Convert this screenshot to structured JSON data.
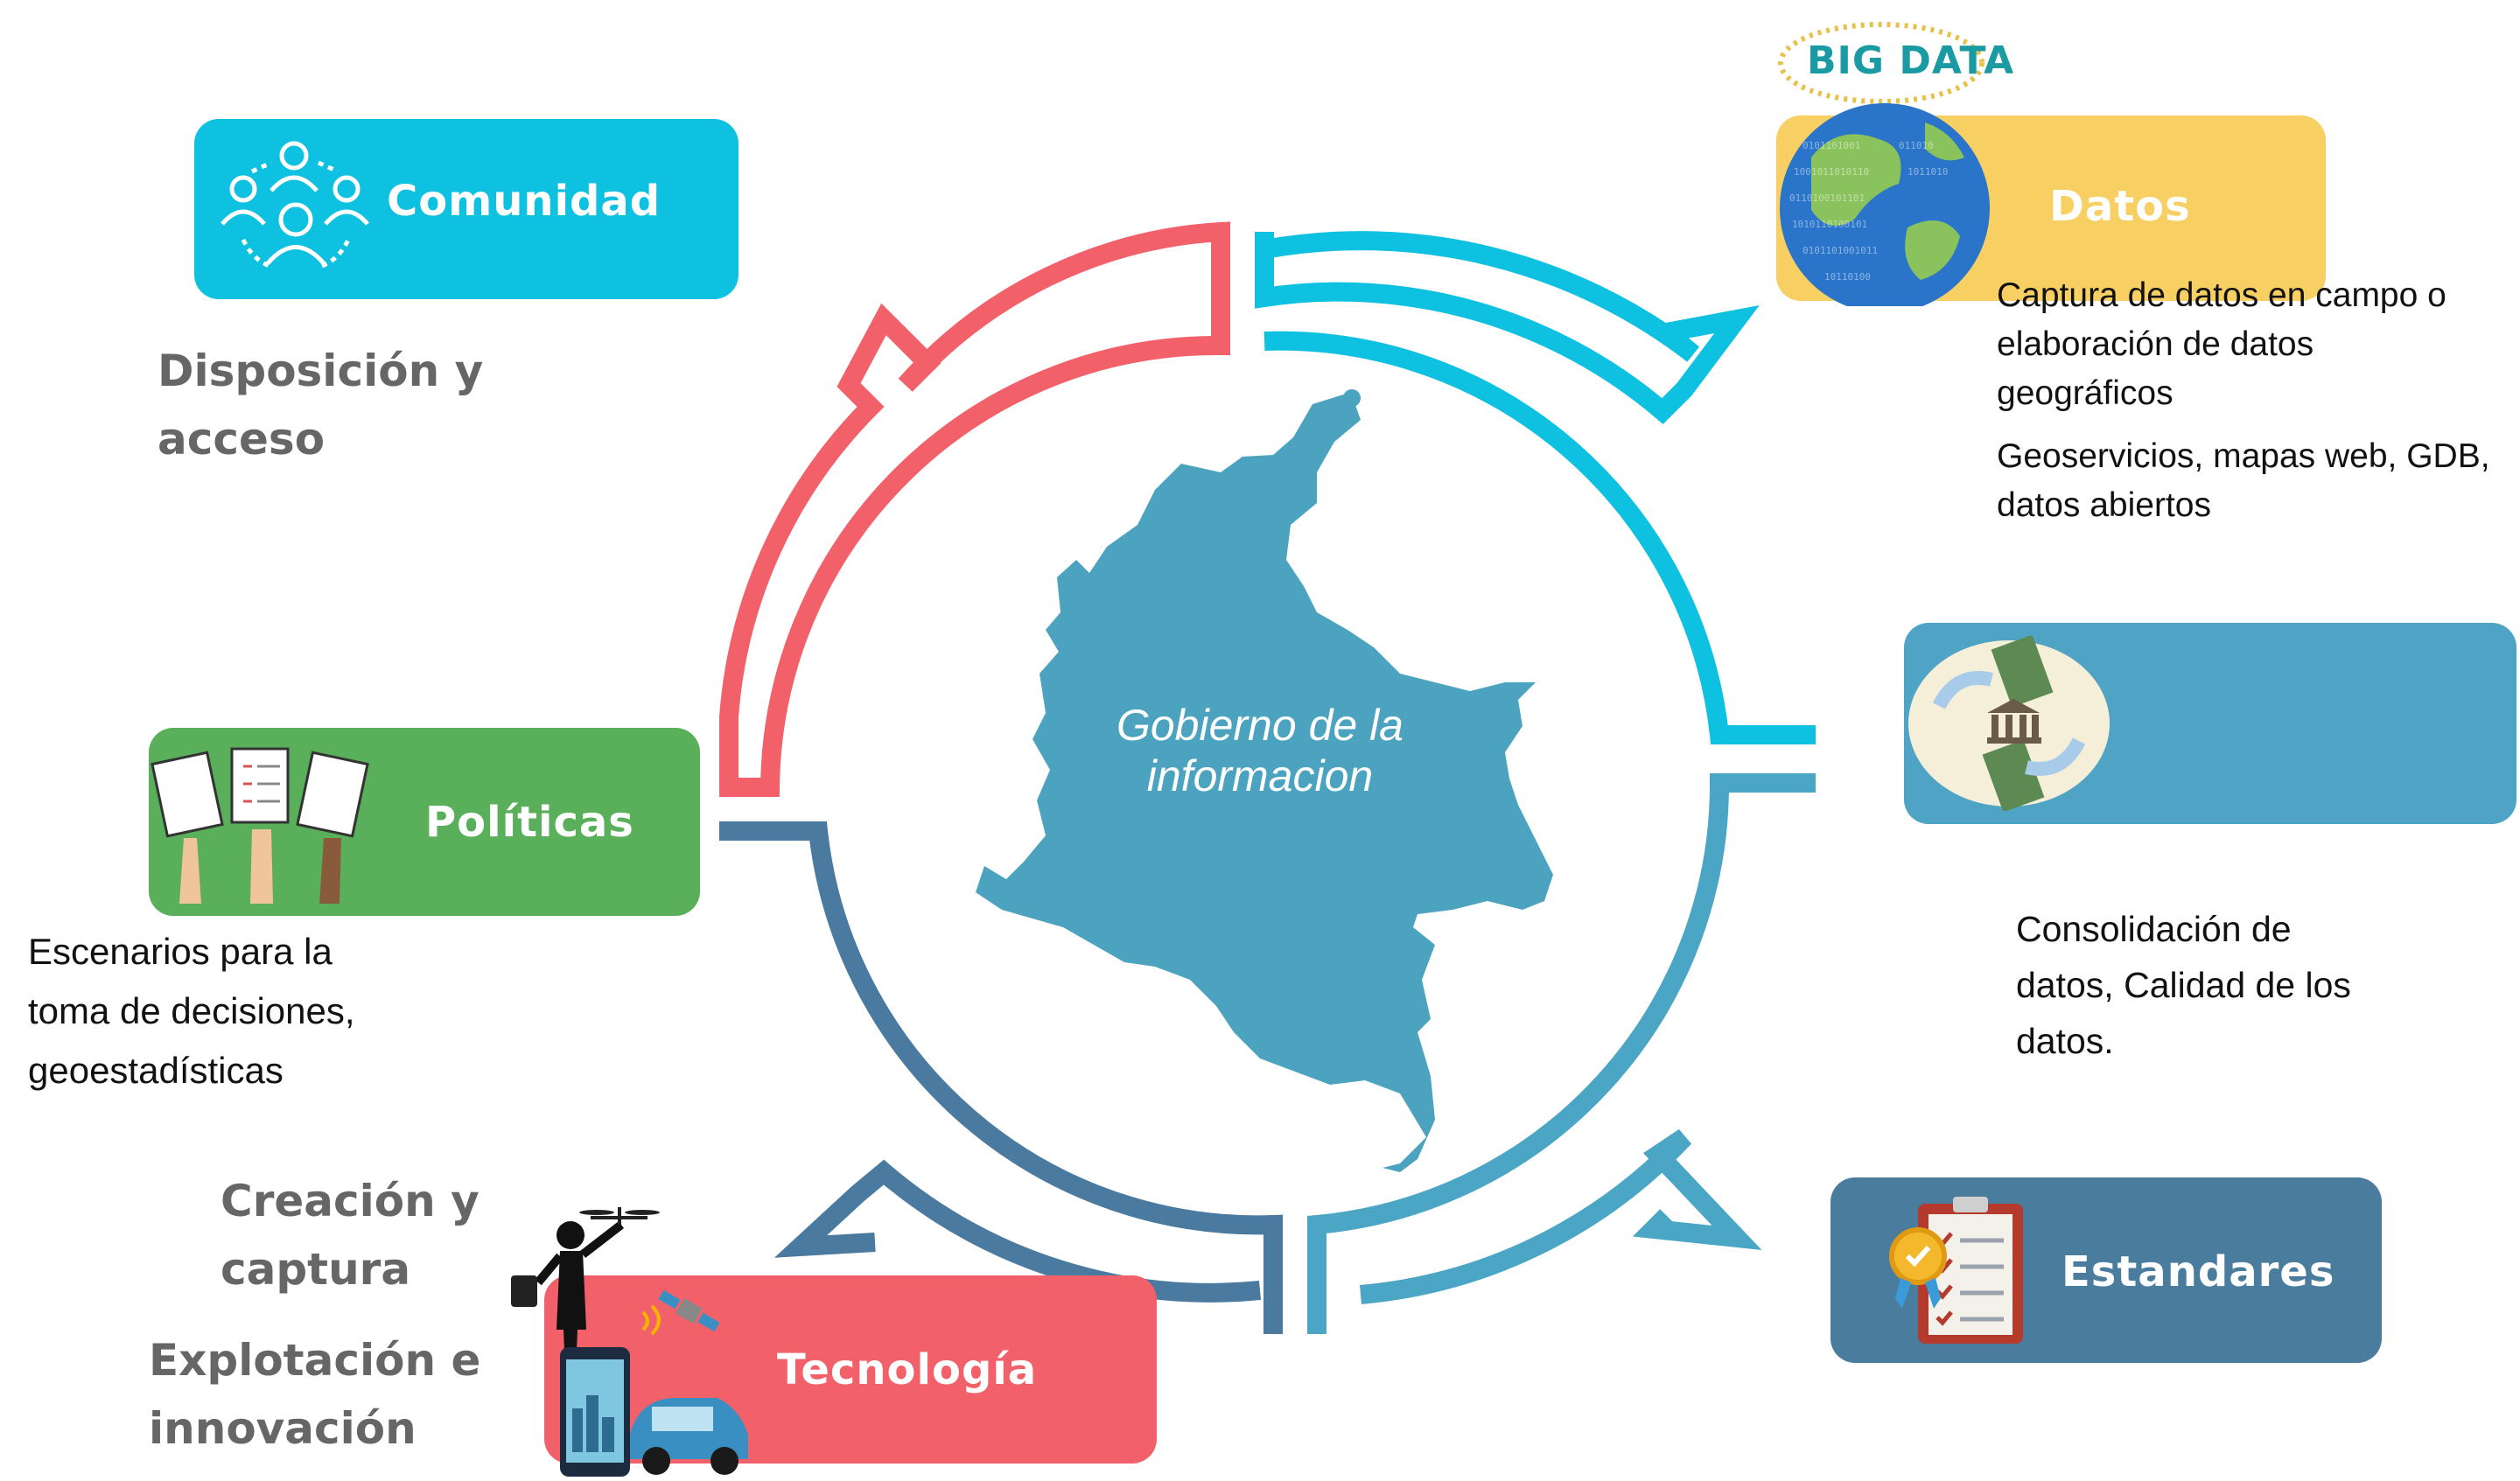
{
  "center": {
    "line1": "Gobierno de la",
    "line2": "informacion"
  },
  "boxes": {
    "comunidad": {
      "label": "Comunidad",
      "color": "#0fc1e1"
    },
    "datos": {
      "label": "Datos",
      "color": "#f7cf63"
    },
    "finanzas": {
      "label": "",
      "color": "#4fa3c4"
    },
    "estandares": {
      "label": "Estandares",
      "color": "#4a7c9e"
    },
    "tecnologia": {
      "label": "Tecnología",
      "color": "#f2616a"
    },
    "politicas": {
      "label": "Políticas",
      "color": "#5aaf5a"
    }
  },
  "bigdata_badge": "BIG DATA",
  "texts": {
    "comunidad_desc": {
      "l1": "Disposición y",
      "l2": "acceso"
    },
    "datos_desc1": {
      "l1": "Captura de datos en campo o",
      "l2": "elaboración de datos",
      "l3": "geográficos"
    },
    "datos_desc2": {
      "l1": "Geoservicios, mapas web, GDB,",
      "l2": "datos abiertos"
    },
    "finanzas_desc": {
      "l1": "Consolidación de",
      "l2": "datos, Calidad de los",
      "l3": "datos."
    },
    "politicas_desc": {
      "l1": "Escenarios para la",
      "l2": "toma de decisiones,",
      "l3": "geoestadísticas"
    },
    "tecnologia_desc1": {
      "l1": "Creación y",
      "l2": "captura"
    },
    "tecnologia_desc2": {
      "l1": "Explotación e",
      "l2": "innovación"
    }
  },
  "cycle_colors": {
    "red": "#f2616a",
    "cyan": "#0fc1e1",
    "teal": "#4ba5c4",
    "navy": "#4a7aa0"
  },
  "map_color": "#4ca3c0"
}
